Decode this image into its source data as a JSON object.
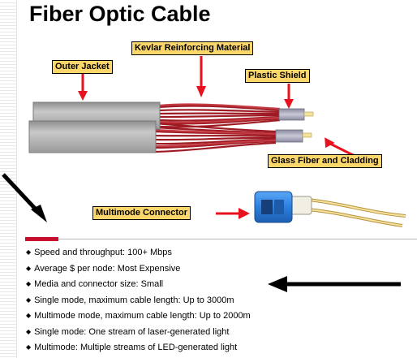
{
  "title": "Fiber Optic Cable",
  "labels": {
    "outer_jacket": "Outer Jacket",
    "kevlar": "Kevlar Reinforcing Material",
    "plastic_shield": "Plastic Shield",
    "glass_fiber": "Glass Fiber and Cladding",
    "multimode_connector": "Multimode Connector"
  },
  "bullets": [
    {
      "marker": "◆",
      "text": "Speed and throughput:  100+ Mbps"
    },
    {
      "marker": "◆",
      "text": "Average $ per node:  Most Expensive"
    },
    {
      "marker": "◆",
      "text": "Media and connector size:  Small"
    },
    {
      "marker": "◆",
      "text": "Single mode, maximum cable length:  Up to 3000m"
    },
    {
      "marker": "◆",
      "text": "Multimode mode, maximum cable length:  Up to 2000m"
    },
    {
      "marker": "◆",
      "text": "Single mode: One stream of laser-generated light"
    },
    {
      "marker": "◆",
      "text": "Multimode: Multiple streams of LED-generated light"
    }
  ],
  "colors": {
    "label_fill": "#fbd66b",
    "arrow_red": "#e8121e",
    "jacket_gray": "#b3b3b3",
    "kevlar_red": "#9e1b24",
    "connector_blue": "#2b7fe0",
    "accent_rule": "#c8102e"
  }
}
